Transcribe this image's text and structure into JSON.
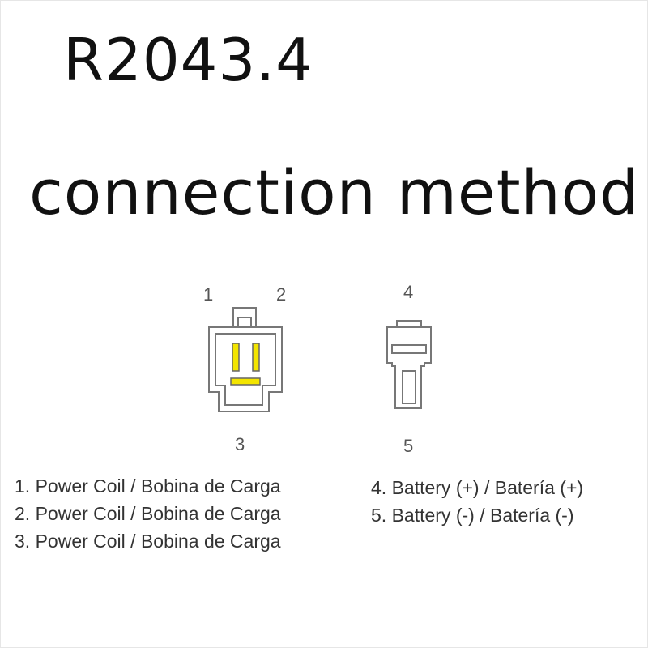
{
  "title": "R2043.4",
  "subtitle": "connection method",
  "connector_left": {
    "pin_labels": [
      "1",
      "2",
      "3"
    ],
    "pin_color": "#f3e500",
    "outline_color": "#777777"
  },
  "connector_right": {
    "pin_labels": [
      "4",
      "5"
    ],
    "outline_color": "#777777"
  },
  "legend": [
    "1. Power Coil / Bobina de Carga",
    "2. Power Coil / Bobina de Carga",
    "3. Power Coil / Bobina de Carga",
    "4. Battery (+) / Batería (+)",
    "5. Battery (-) / Batería (-)"
  ]
}
